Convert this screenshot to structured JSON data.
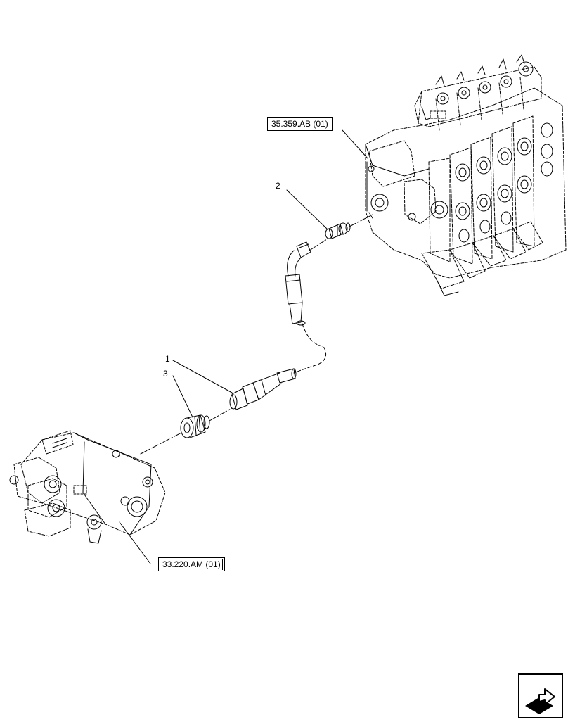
{
  "references": {
    "upper_valve": "35.359.AB (01)",
    "lower_valve": "33.220.AM (01)"
  },
  "callouts": {
    "item_1": "1",
    "item_2": "2",
    "item_3": "3"
  },
  "navigation": {
    "icon": "jump-arrow-icon"
  }
}
